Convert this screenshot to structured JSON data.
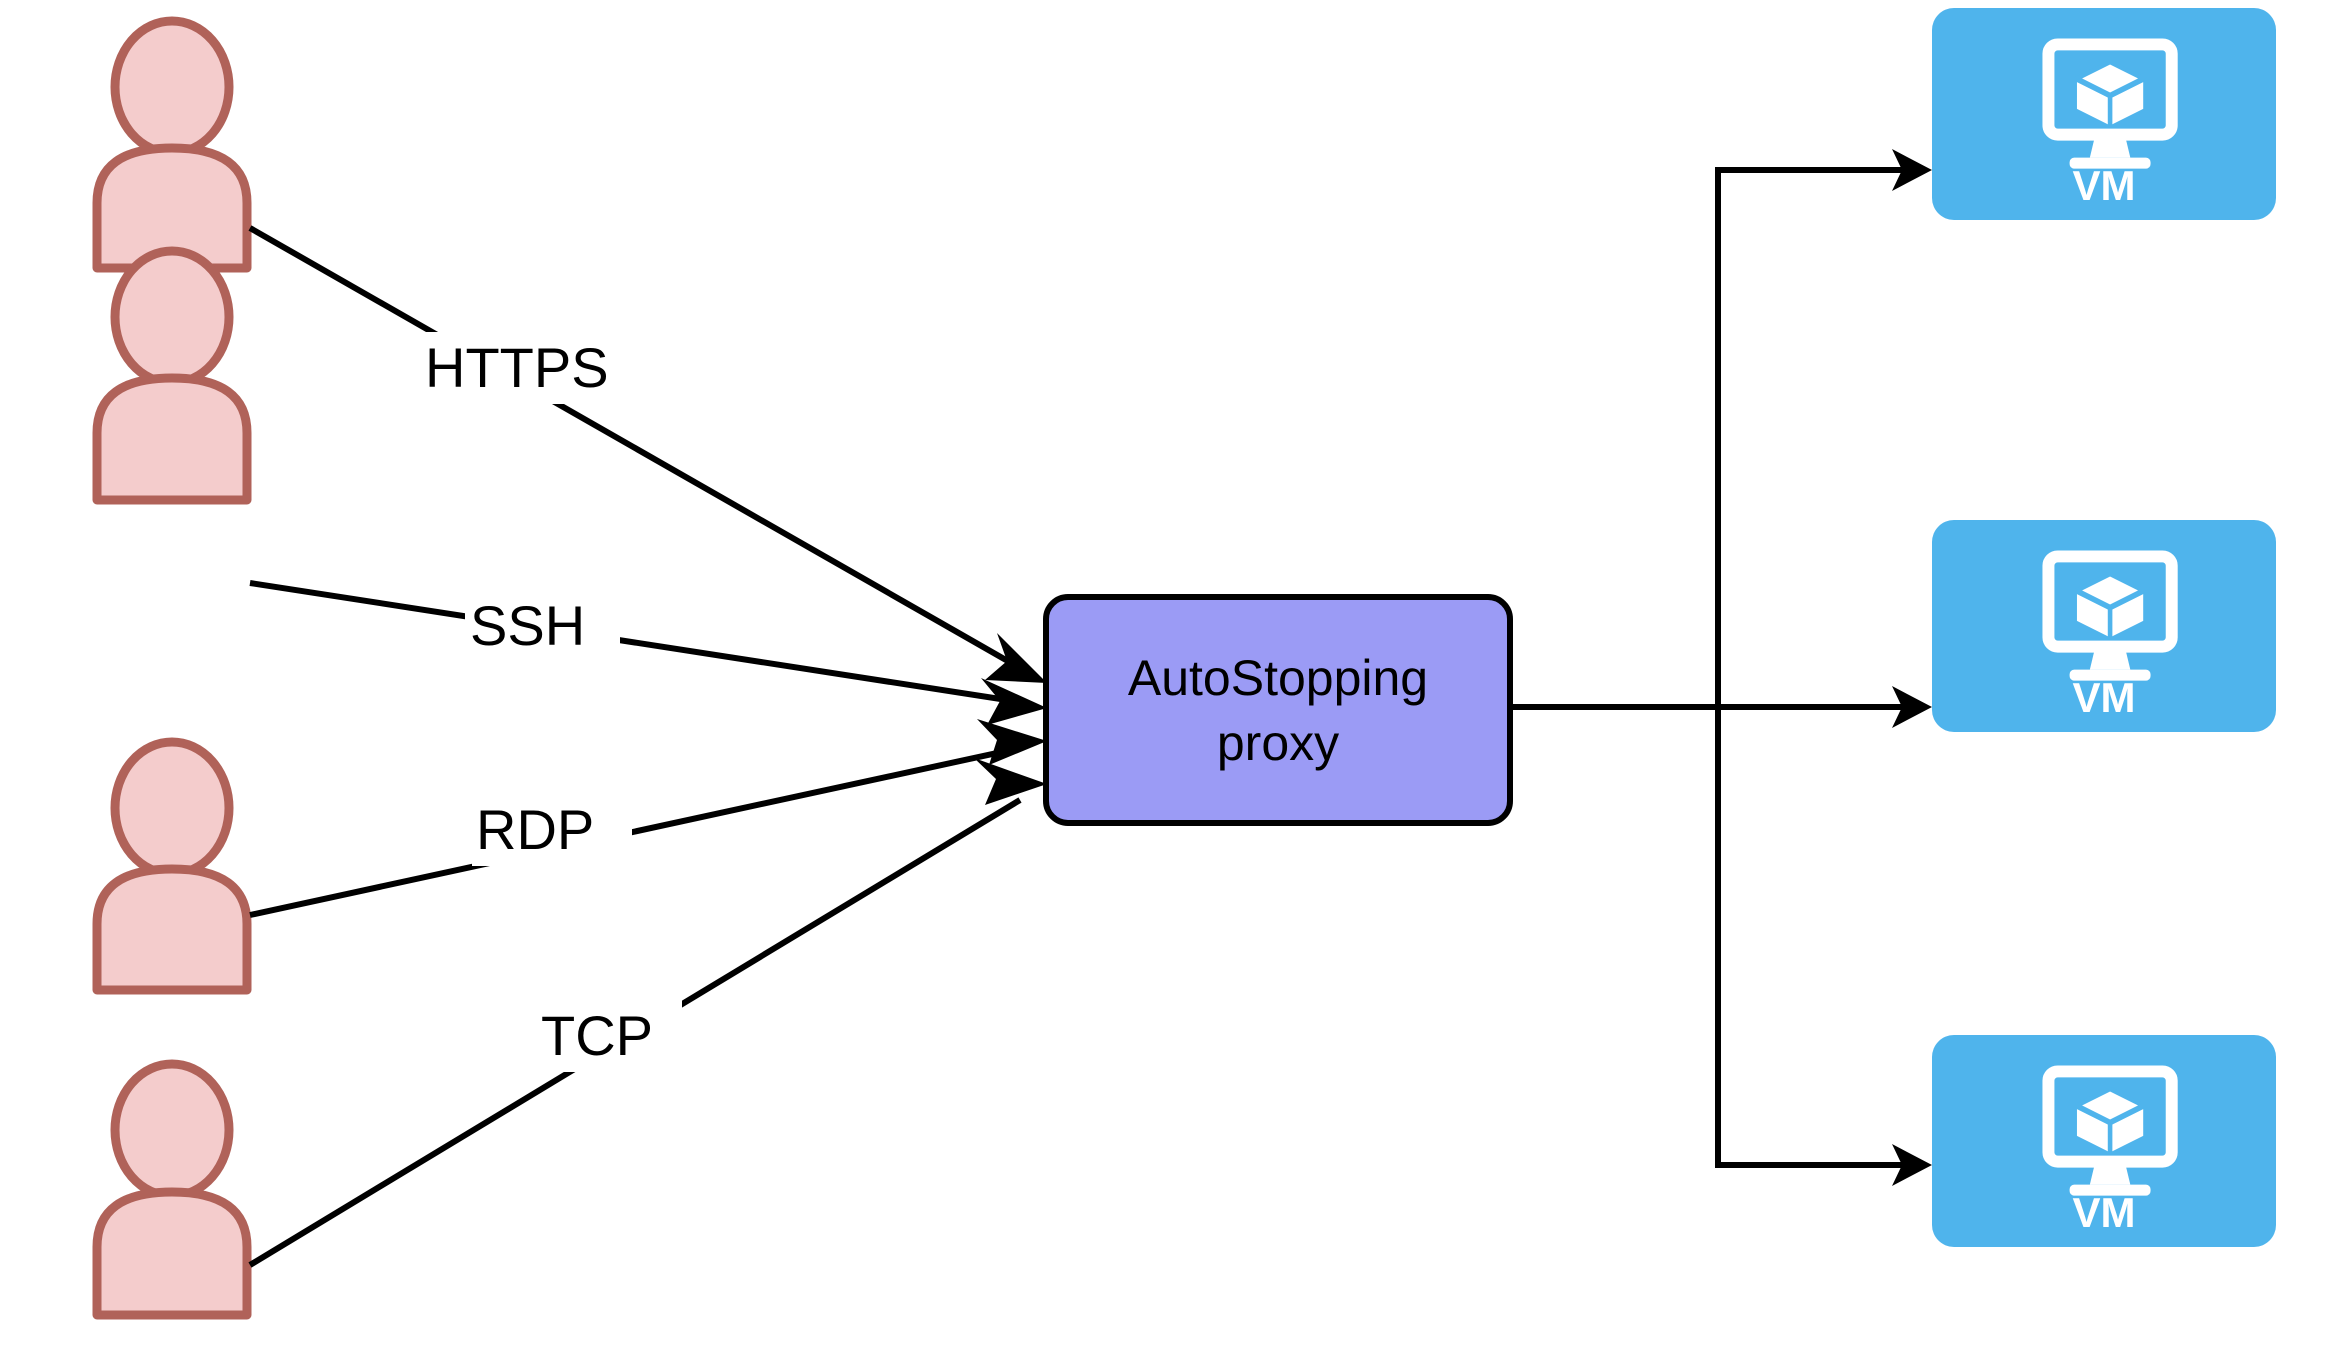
{
  "diagram": {
    "title": "AutoStopping proxy traffic flow",
    "background_color": "#ffffff"
  },
  "actors": [
    {
      "name": "user-1",
      "icon": "person-icon",
      "fill": "#f4cccc",
      "stroke": "#b06259"
    },
    {
      "name": "user-2",
      "icon": "person-icon",
      "fill": "#f4cccc",
      "stroke": "#b06259"
    },
    {
      "name": "user-3",
      "icon": "person-icon",
      "fill": "#f4cccc",
      "stroke": "#b06259"
    },
    {
      "name": "user-4",
      "icon": "person-icon",
      "fill": "#f4cccc",
      "stroke": "#b06259"
    }
  ],
  "protocol_edges": [
    {
      "label": "HTTPS",
      "from": "user-1",
      "to": "autostopping-proxy"
    },
    {
      "label": "SSH",
      "from": "user-2",
      "to": "autostopping-proxy"
    },
    {
      "label": "RDP",
      "from": "user-3",
      "to": "autostopping-proxy"
    },
    {
      "label": "TCP",
      "from": "user-4",
      "to": "autostopping-proxy"
    }
  ],
  "proxy": {
    "line1": "AutoStopping",
    "line2": "proxy",
    "fill_color": "#9b9bf5",
    "stroke_color": "#000000"
  },
  "vms": [
    {
      "label": "VM",
      "icon": "virtual-machine-icon",
      "fill_color": "#4fb4ec"
    },
    {
      "label": "VM",
      "icon": "virtual-machine-icon",
      "fill_color": "#4fb4ec"
    },
    {
      "label": "VM",
      "icon": "virtual-machine-icon",
      "fill_color": "#4fb4ec"
    }
  ]
}
